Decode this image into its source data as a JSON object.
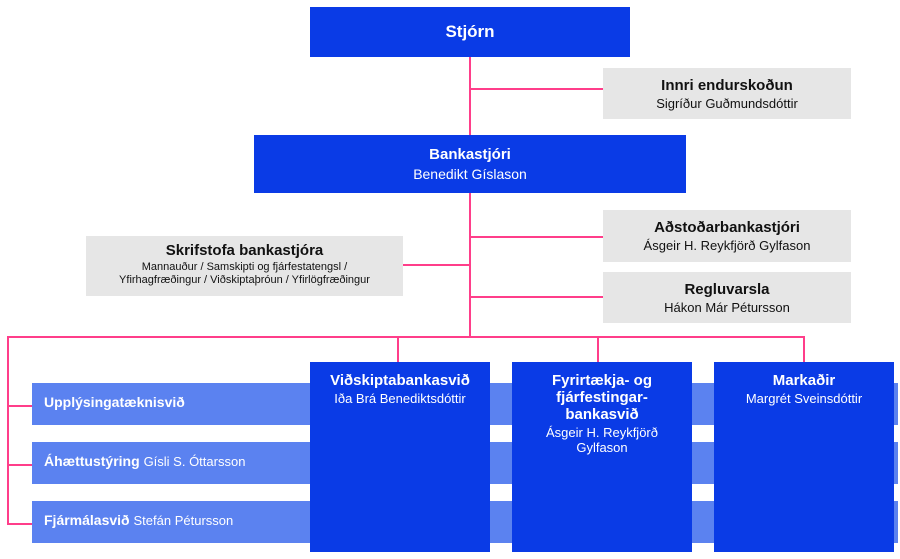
{
  "colors": {
    "dark_blue": "#0a3be6",
    "light_blue": "#5b82f0",
    "gray": "#e6e6e6",
    "connector": "#ff3e8a"
  },
  "board": {
    "title": "Stjórn"
  },
  "internal_audit": {
    "title": "Innri endurskoðun",
    "person": "Sigríður Guðmundsdóttir"
  },
  "ceo": {
    "title": "Bankastjóri",
    "person": "Benedikt Gíslason"
  },
  "deputy_ceo": {
    "title": "Aðstoðarbankastjóri",
    "person": "Ásgeir H. Reykfjörð Gylfason"
  },
  "ceo_office": {
    "title": "Skrifstofa bankastjóra",
    "line1": "Mannauður / Samskipti og fjárfestatengsl /",
    "line2": "Yfirhagfræðingur / Viðskiptaþróun / Yfirlögfræðingur"
  },
  "compliance": {
    "title": "Regluvarsla",
    "person": "Hákon Már Pétursson"
  },
  "divisions": [
    {
      "title": "Viðskiptabankasvið",
      "person": "Iða Brá Benediktsdóttir"
    },
    {
      "title_lines": [
        "Fyrirtækja- og",
        "fjárfestingar-",
        "bankasvið"
      ],
      "person_lines": [
        "Ásgeir H. Reykfjörð",
        "Gylfason"
      ]
    },
    {
      "title": "Markaðir",
      "person": "Margrét Sveinsdóttir"
    }
  ],
  "support": [
    {
      "title": "Upplýsingatæknisvið",
      "person": ""
    },
    {
      "title": "Áhættustýring",
      "person": "Gísli S. Óttarsson"
    },
    {
      "title": "Fjármálasvið",
      "person": "Stefán Pétursson"
    }
  ]
}
